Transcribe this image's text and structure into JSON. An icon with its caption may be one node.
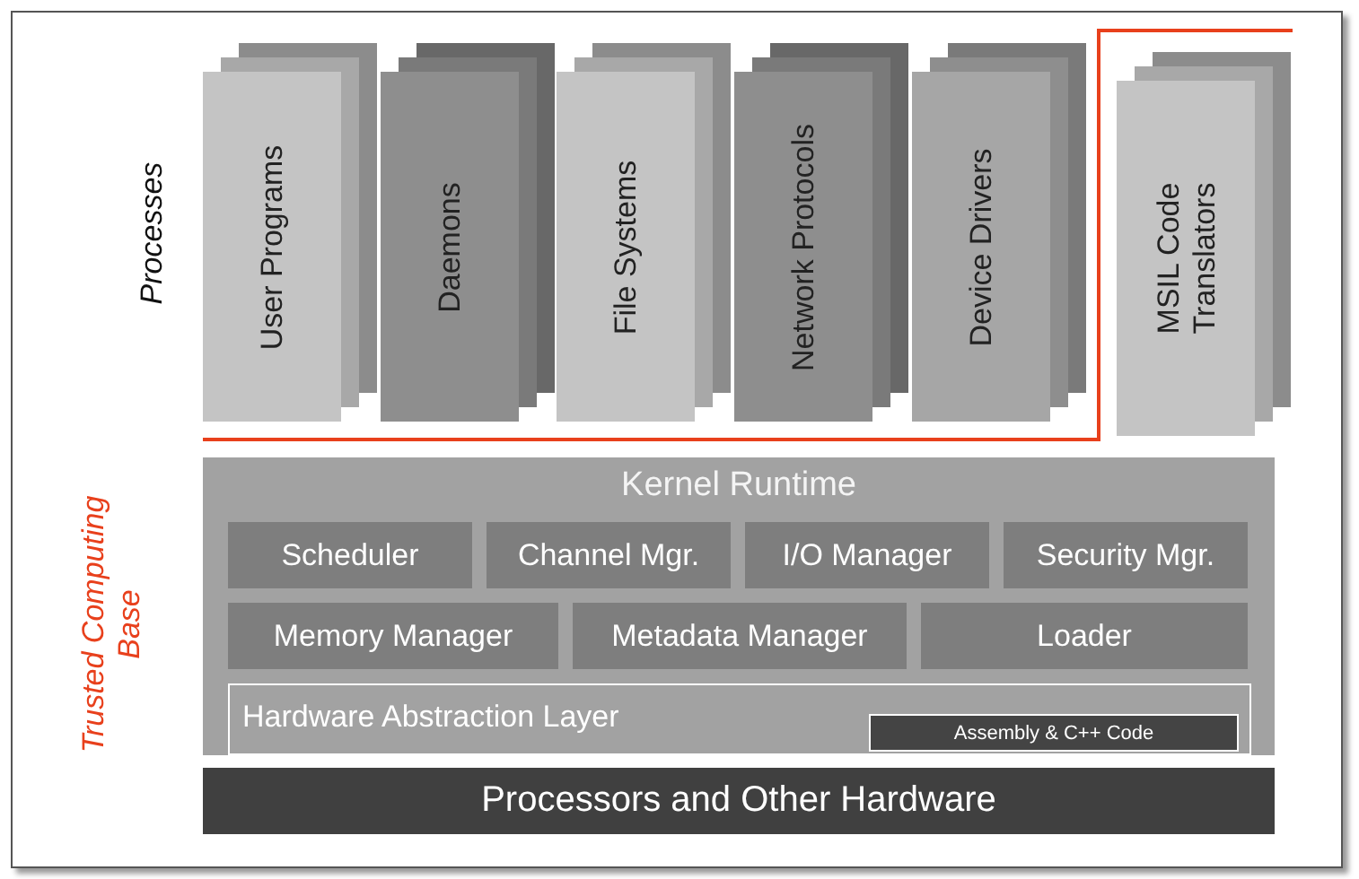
{
  "diagram": {
    "nodes": [
      {
        "text": [
          "User Programs"
        ]
      },
      {
        "text": [
          "Daemons"
        ]
      },
      {
        "text": [
          "File Systems"
        ]
      },
      {
        "text": [
          "Network Protocols"
        ]
      },
      {
        "text": [
          "Device Drivers"
        ]
      },
      {
        "text": [
          "MSIL Code Translators"
        ]
      },
      {
        "text": [
          "Kernel Runtime"
        ]
      },
      {
        "text": [
          "Scheduler"
        ],
        "in": 6
      },
      {
        "text": [
          "Channel Mgr."
        ],
        "in": 6
      },
      {
        "text": [
          "I/O Manager"
        ],
        "in": 6
      },
      {
        "text": [
          "Security Mgr."
        ],
        "in": 6
      },
      {
        "text": [
          "Memory Manager"
        ],
        "in": 6
      },
      {
        "text": [
          "Metadata Manager"
        ],
        "in": 6
      },
      {
        "text": [
          "Loader"
        ],
        "in": 6
      },
      {
        "text": [
          "Hardware Abstraction Layer"
        ],
        "in": 6
      },
      {
        "text": [
          "Assembly & C++ Code"
        ],
        "in": 14
      },
      {
        "text": [
          "Processors and Other Hardware"
        ]
      }
    ],
    "labels": [
      "Processes",
      "Trusted Computing Base"
    ]
  }
}
